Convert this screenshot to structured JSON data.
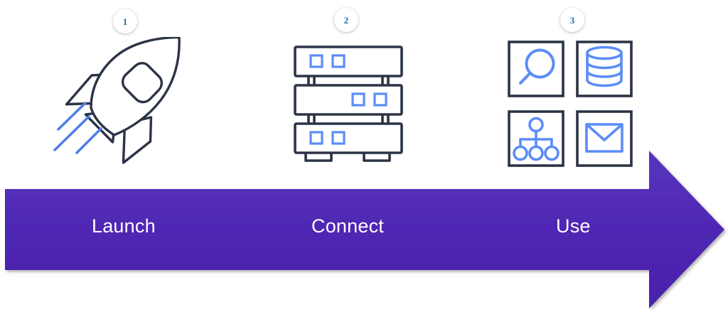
{
  "diagram": {
    "title": "Launch Connect Use process arrow",
    "background_color": "#ffffff",
    "line_color": "#2b3445",
    "accent_blue": "#5b8cf7",
    "badge_text_color": "#1b6fa8",
    "arrow_gradient_top": "#5533bb",
    "arrow_gradient_bottom": "#4a21ab",
    "arrow_label_color": "#ffffff"
  },
  "steps": [
    {
      "number": "1",
      "label": "Launch",
      "icon_name": "rocket-icon",
      "icon_description": "Line-art rocket with window, fins and motion lines"
    },
    {
      "number": "2",
      "label": "Connect",
      "icon_name": "server-stack-icon",
      "icon_description": "Three stacked server units with blue indicator lights"
    },
    {
      "number": "3",
      "label": "Use",
      "icon_name": "services-grid-icon",
      "icon_description": "Four framed tiles: search, database, hierarchy, email",
      "tiles": [
        {
          "name": "search-icon",
          "label": "Search"
        },
        {
          "name": "database-icon",
          "label": "Database"
        },
        {
          "name": "hierarchy-icon",
          "label": "Hierarchy"
        },
        {
          "name": "email-icon",
          "label": "Email"
        }
      ]
    }
  ]
}
